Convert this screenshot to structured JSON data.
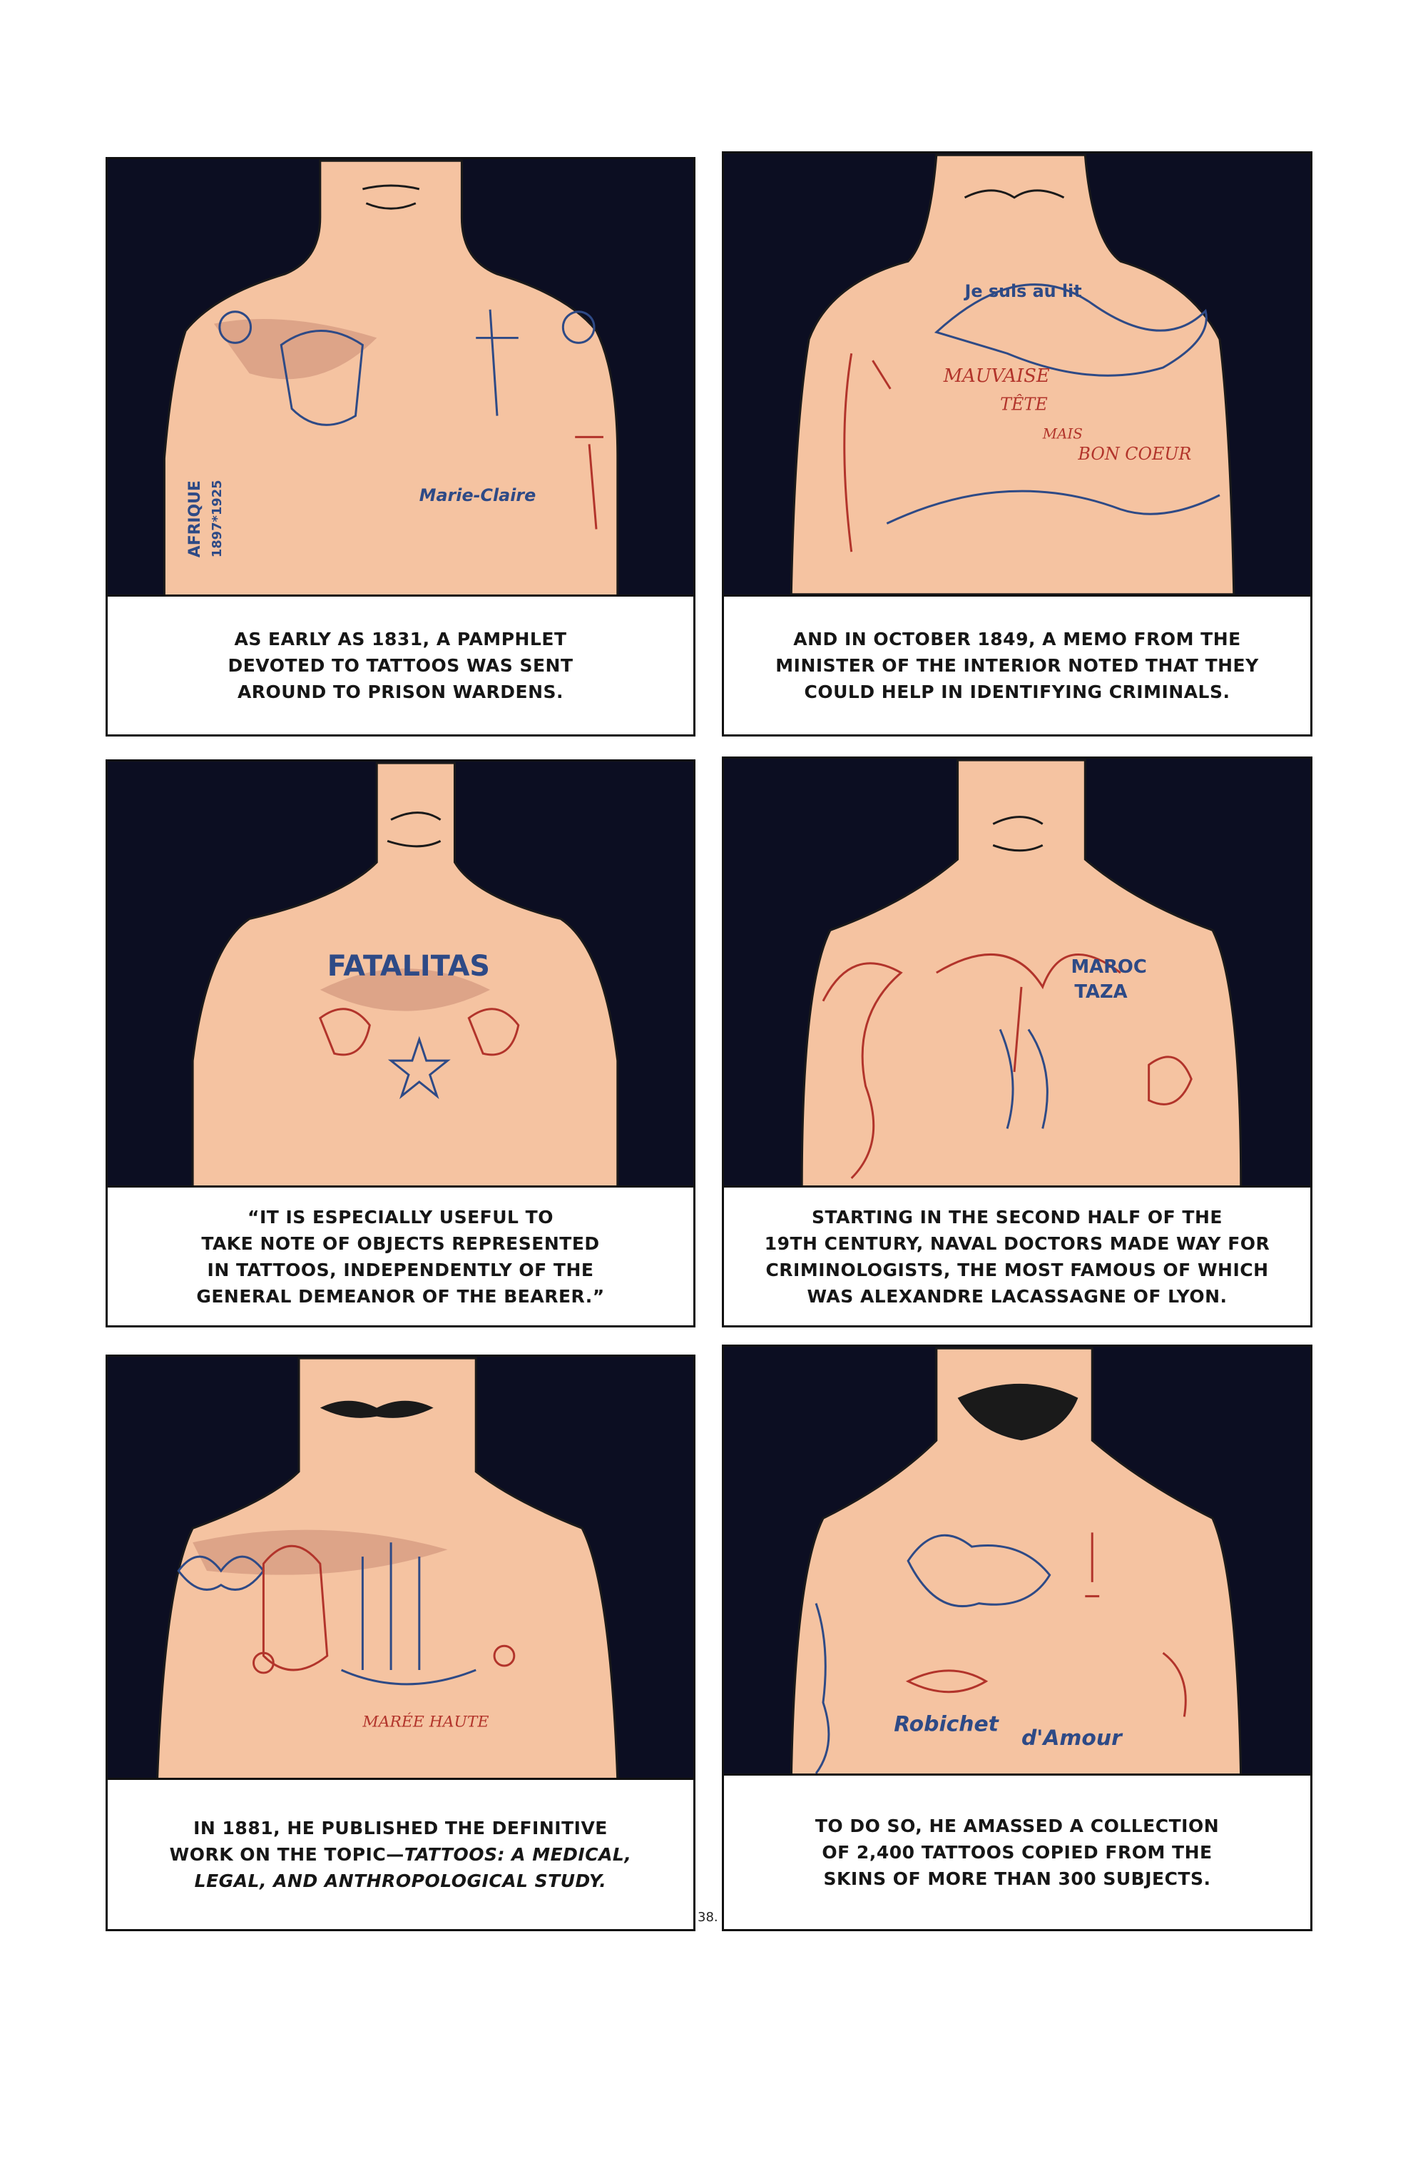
{
  "panels": [
    {
      "caption_lines": [
        "As early as 1831, a pamphlet",
        "devoted to tattoos was sent",
        "around to prison wardens."
      ],
      "tattoo_text": [
        "AFRIQUE",
        "1897*1925",
        "Marie-Claire"
      ]
    },
    {
      "caption_lines": [
        "And in October 1849, a memo from the",
        "minister of the interior noted that they",
        "could help in identifying criminals."
      ],
      "tattoo_text": [
        "Je suis au lit",
        "MAUVAISE",
        "TÊTE",
        "MAIS",
        "BON COEUR"
      ]
    },
    {
      "caption_lines": [
        "“It is especially useful to",
        "take note of objects represented",
        "in tattoos, independently of the",
        "general demeanor of the bearer.”"
      ],
      "tattoo_text": [
        "FATALITAS"
      ]
    },
    {
      "caption_lines": [
        "Starting in the second half of the",
        "19th century, naval doctors made way for",
        "criminologists, the most famous of which",
        "was Alexandre Lacassagne of Lyon."
      ],
      "tattoo_text": [
        "MAROC",
        "TAZA"
      ]
    },
    {
      "caption_lines": [
        "In 1881, he published the definitive",
        "work on the topic—",
        "Tattoos: A Medical,",
        "Legal, and Anthropological Study."
      ],
      "tattoo_text": [
        "MARÉE HAUTE"
      ]
    },
    {
      "caption_lines": [
        "To do so, he amassed a collection",
        "of 2,400 tattoos copied from the",
        "skins of more than 300 subjects."
      ],
      "tattoo_text": [
        "Robichet",
        "d'Amour"
      ]
    }
  ],
  "page_number": "38."
}
